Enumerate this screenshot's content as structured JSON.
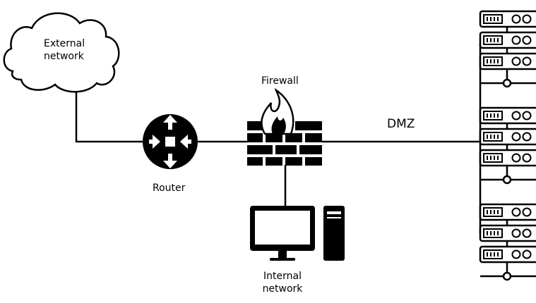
{
  "nodes": {
    "external_network": {
      "line1": "External",
      "line2": "network"
    },
    "router": {
      "label": "Router"
    },
    "firewall": {
      "label": "Firewall"
    },
    "dmz": {
      "label": "DMZ"
    },
    "internal_network": {
      "line1": "Internal",
      "line2": "network"
    }
  },
  "server_groups": [
    {
      "units": 3
    },
    {
      "units": 3
    },
    {
      "units": 3
    }
  ],
  "colors": {
    "stroke": "#000000",
    "background": "#ffffff"
  }
}
